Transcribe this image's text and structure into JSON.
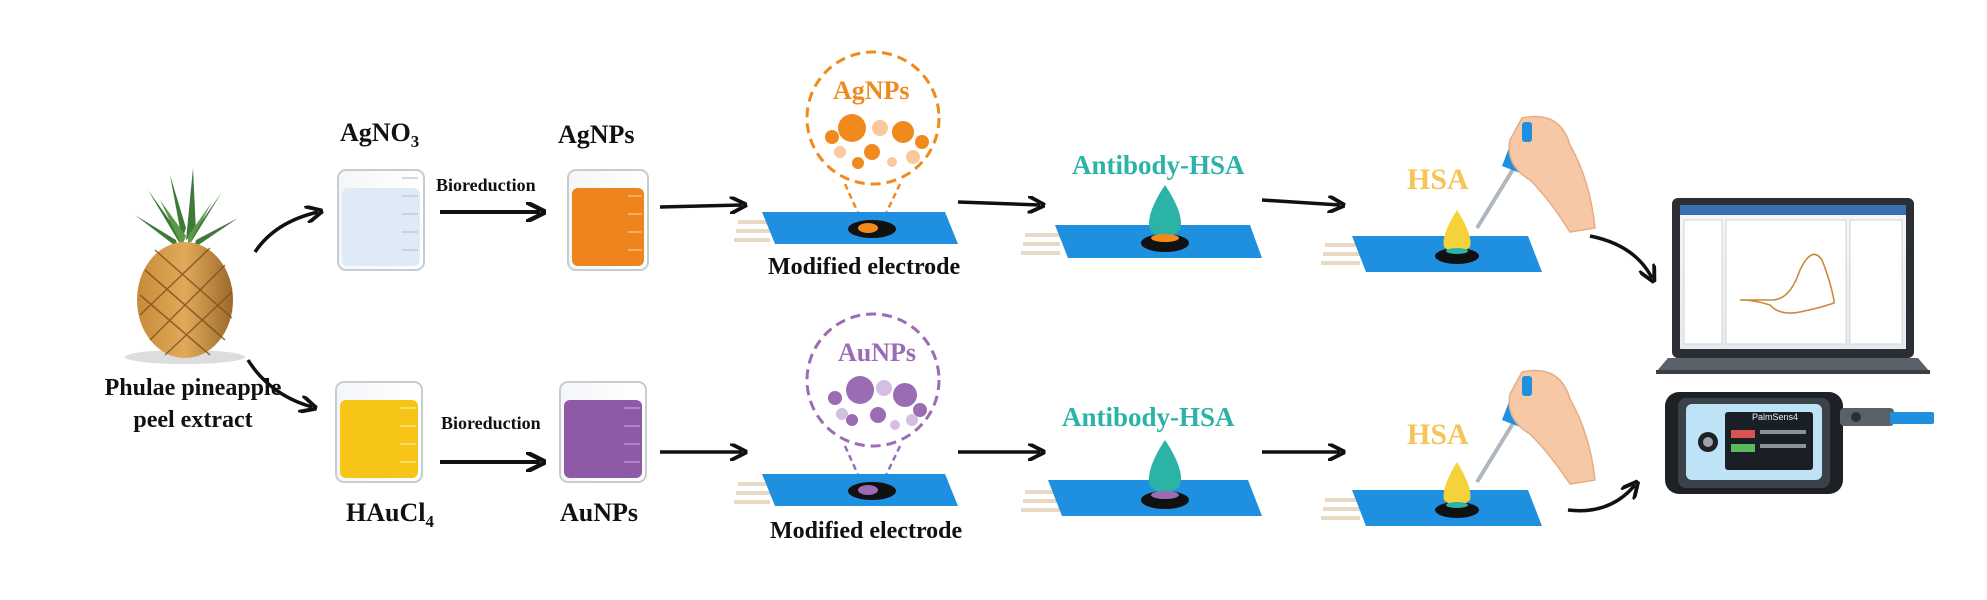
{
  "source": {
    "label_line1": "Phulae pineapple",
    "label_line2": "peel extract"
  },
  "top_row": {
    "precursor_main": "AgNO",
    "precursor_sub": "3",
    "step_label": "Bioreduction",
    "product_label": "AgNPs",
    "bubble_label": "AgNPs",
    "electrode_label": "Modified electrode",
    "antibody_label": "Antibody-HSA",
    "analyte_label": "HSA",
    "liquid_color_precursor": "#dfeaf7",
    "liquid_color_product": "#f0841c",
    "nano_color": "#f08a1c"
  },
  "bottom_row": {
    "precursor_main": "HAuCl",
    "precursor_sub": "4",
    "step_label": "Bioreduction",
    "product_label": "AuNPs",
    "bubble_label": "AuNPs",
    "electrode_label": "Modified electrode",
    "antibody_label": "Antibody-HSA",
    "analyte_label": "HSA",
    "liquid_color_precursor": "#f7c518",
    "liquid_color_product": "#8e5aa8",
    "nano_color": "#9b6bb3"
  },
  "devices": {
    "potentiostat_screen_title": "PalmSens4"
  },
  "colors": {
    "electrode_blue": "#1f8fe0",
    "drop_teal": "#2bb3a8",
    "drop_yellow": "#f6d23a",
    "arrow": "#111111"
  }
}
